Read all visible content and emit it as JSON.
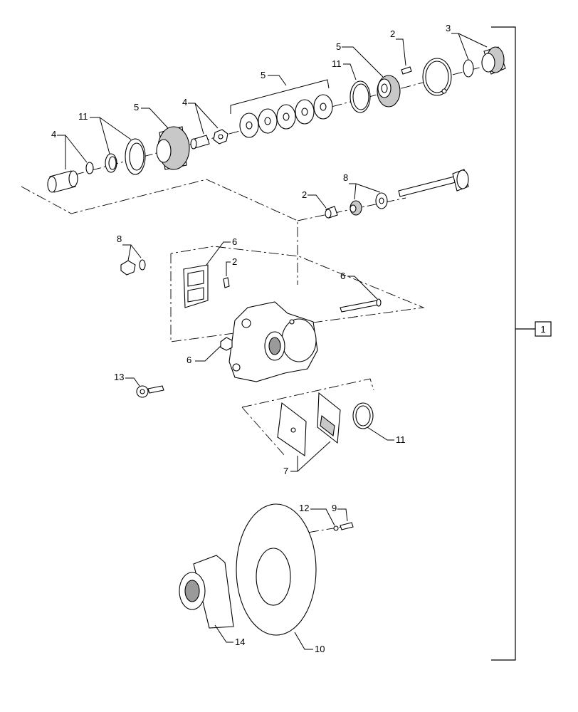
{
  "assembly": {
    "box_label": "1"
  },
  "callouts": {
    "c2a": "2",
    "c2b": "2",
    "c2c": "2",
    "c3": "3",
    "c4a": "4",
    "c4b": "4",
    "c5a": "5",
    "c5b": "5",
    "c5c": "5",
    "c6a": "6",
    "c6b": "6",
    "c6c": "6",
    "c7": "7",
    "c8a": "8",
    "c8b": "8",
    "c9": "9",
    "c10": "10",
    "c11a": "11",
    "c11b": "11",
    "c11c": "11",
    "c12": "12",
    "c13": "13",
    "c14": "14"
  }
}
